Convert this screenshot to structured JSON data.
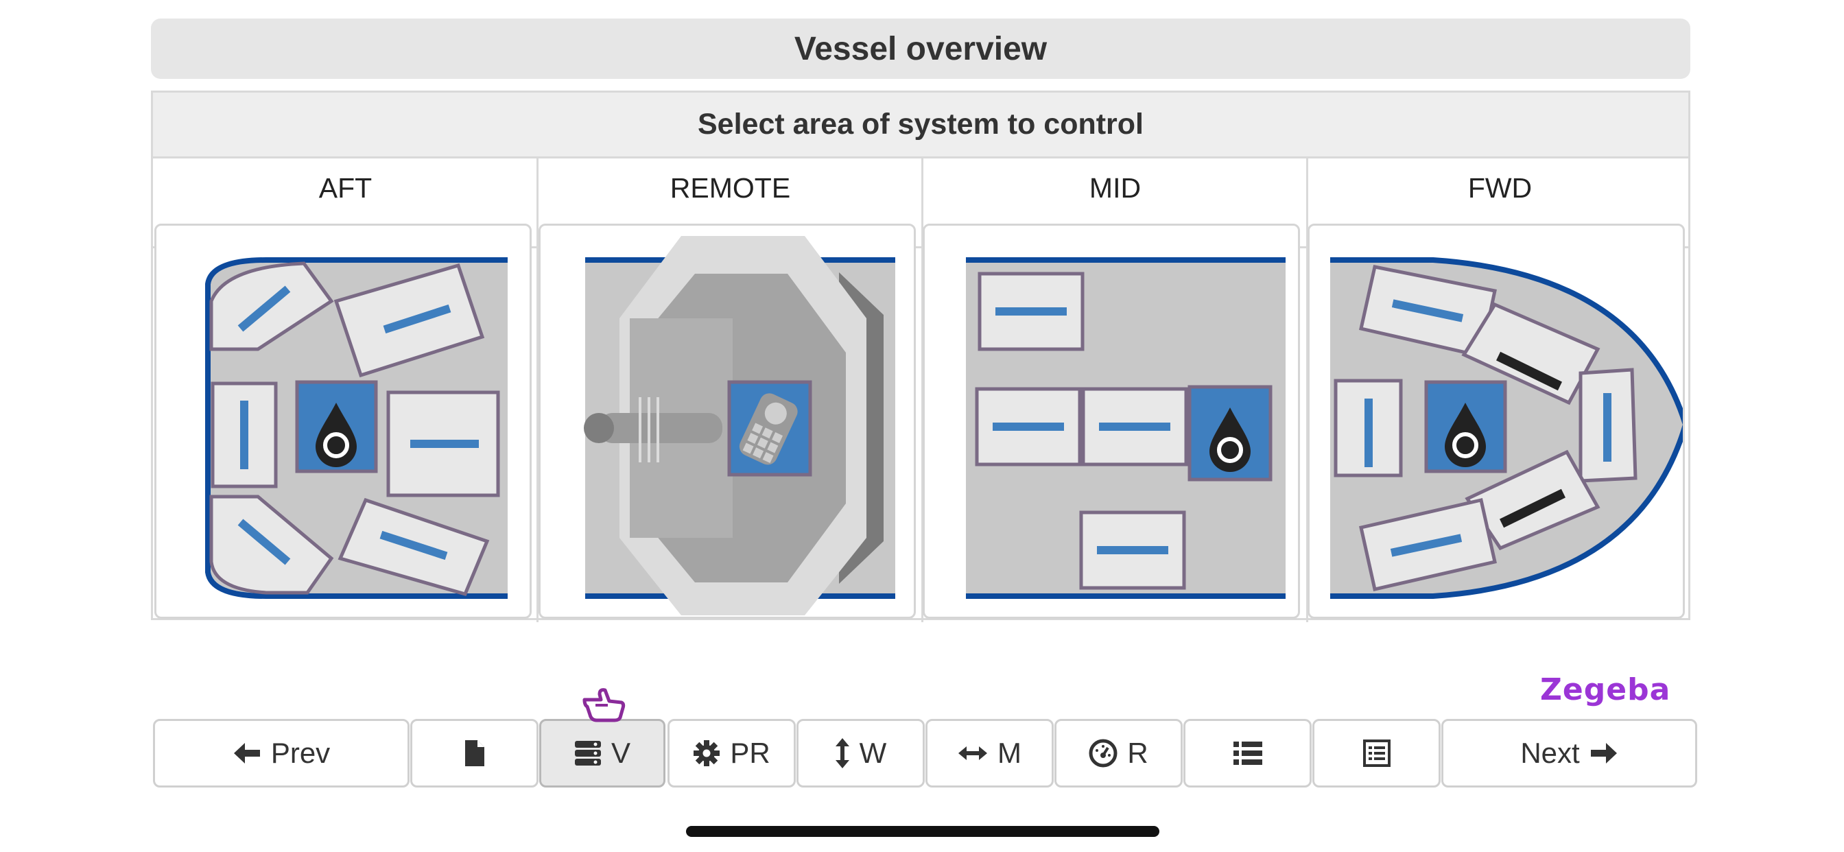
{
  "header": {
    "title": "Vessel overview"
  },
  "panel": {
    "heading": "Select area of system to control",
    "areas": [
      {
        "label": "AFT",
        "icon": "aft-section-diagram"
      },
      {
        "label": "REMOTE",
        "icon": "remote-console-diagram"
      },
      {
        "label": "MID",
        "icon": "mid-section-diagram"
      },
      {
        "label": "FWD",
        "icon": "fwd-section-diagram"
      }
    ]
  },
  "toolbar": {
    "prev_label": "Prev",
    "next_label": "Next",
    "buttons": [
      {
        "label": "",
        "icon": "file-icon"
      },
      {
        "label": "V",
        "icon": "server-icon",
        "active": true
      },
      {
        "label": "PR",
        "icon": "gear-icon"
      },
      {
        "label": "W",
        "icon": "vertical-arrows-icon"
      },
      {
        "label": "M",
        "icon": "horizontal-arrows-icon"
      },
      {
        "label": "R",
        "icon": "gauge-icon"
      },
      {
        "label": "",
        "icon": "list-icon"
      },
      {
        "label": "",
        "icon": "table-list-icon"
      }
    ]
  },
  "brand": {
    "name": "Zegeba"
  },
  "colors": {
    "accent_blue": "#3f7fbf",
    "hull_blue": "#0d4a9c",
    "brand_purple": "#9b35d6"
  }
}
